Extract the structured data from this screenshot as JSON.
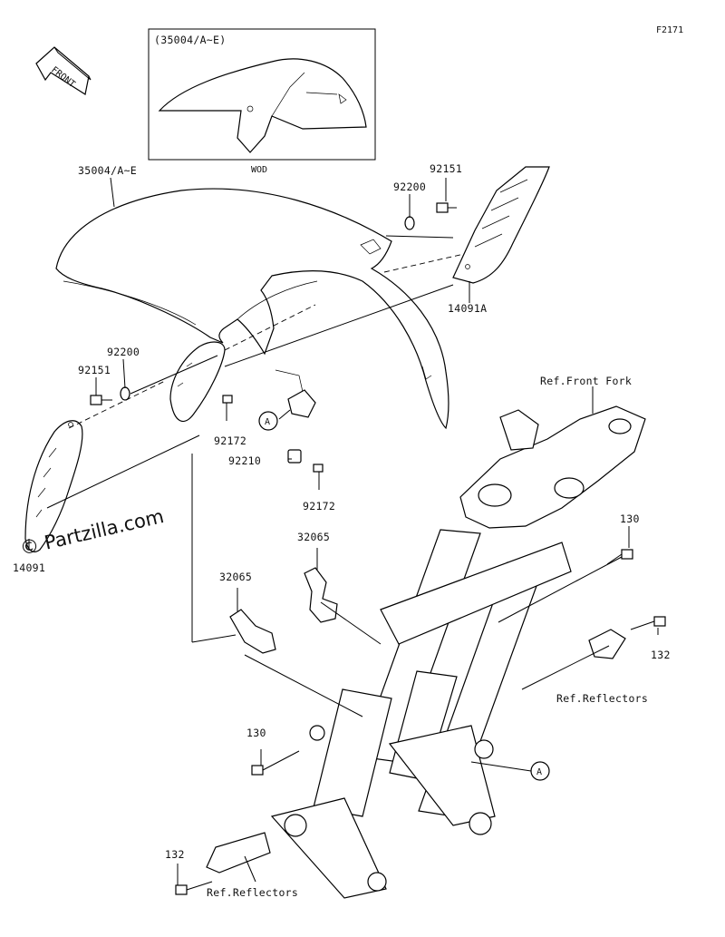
{
  "figure_code": "F2171",
  "front_label": "FRONT",
  "inset": {
    "title": "(35004/A~E)",
    "caption": "WOD"
  },
  "watermark": "© Partzilla.com",
  "callouts": {
    "fender": "35004/A~E",
    "bolt_92151_right": "92151",
    "washer_92200_right": "92200",
    "cover_14091A": "14091A",
    "washer_92200_left": "92200",
    "bolt_92151_left": "92151",
    "bolt_92172_upper": "92172",
    "clip_92210": "92210",
    "bolt_92172_lower": "92172",
    "cover_14091": "14091",
    "bracket_32065_upper": "32065",
    "bracket_32065_lower": "32065",
    "ref_front_fork": "Ref.Front Fork",
    "bolt_130_right": "130",
    "bolt_132_right": "132",
    "ref_reflectors_right": "Ref.Reflectors",
    "bolt_130_left": "130",
    "bolt_132_left": "132",
    "ref_reflectors_bottom": "Ref.Reflectors",
    "marker_a_top": "A",
    "marker_a_bottom": "A"
  }
}
